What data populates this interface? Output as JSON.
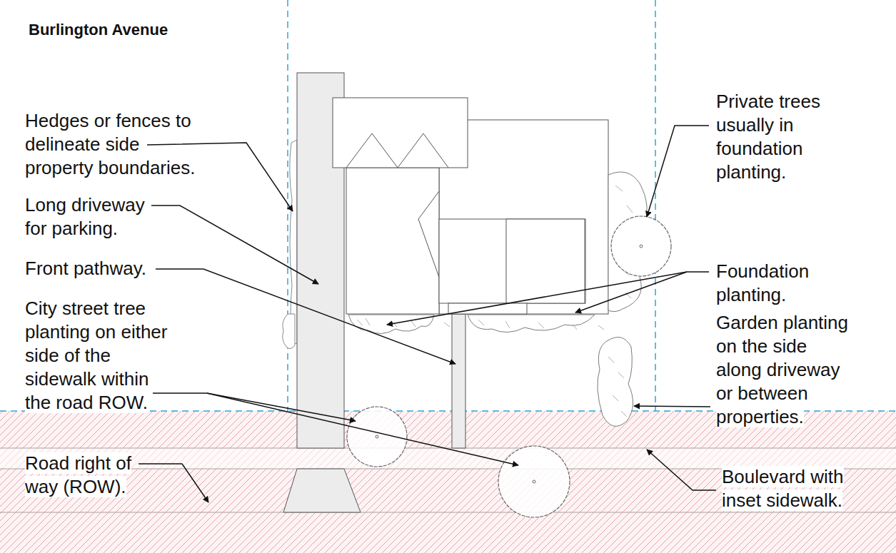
{
  "diagram": {
    "title": "Burlington Avenue",
    "labels": [
      "Hedges or fences to delineate side property boundaries.",
      "Long driveway for parking.",
      "Front pathway.",
      "City street tree planting on either side of the sidewalk within the road ROW.",
      "Road right of way (ROW).",
      "Private trees usually in foundation planting.",
      "Foundation planting.",
      "Garden planting on the side along driveway or between properties.",
      "Boulevard with inset sidewalk."
    ]
  }
}
